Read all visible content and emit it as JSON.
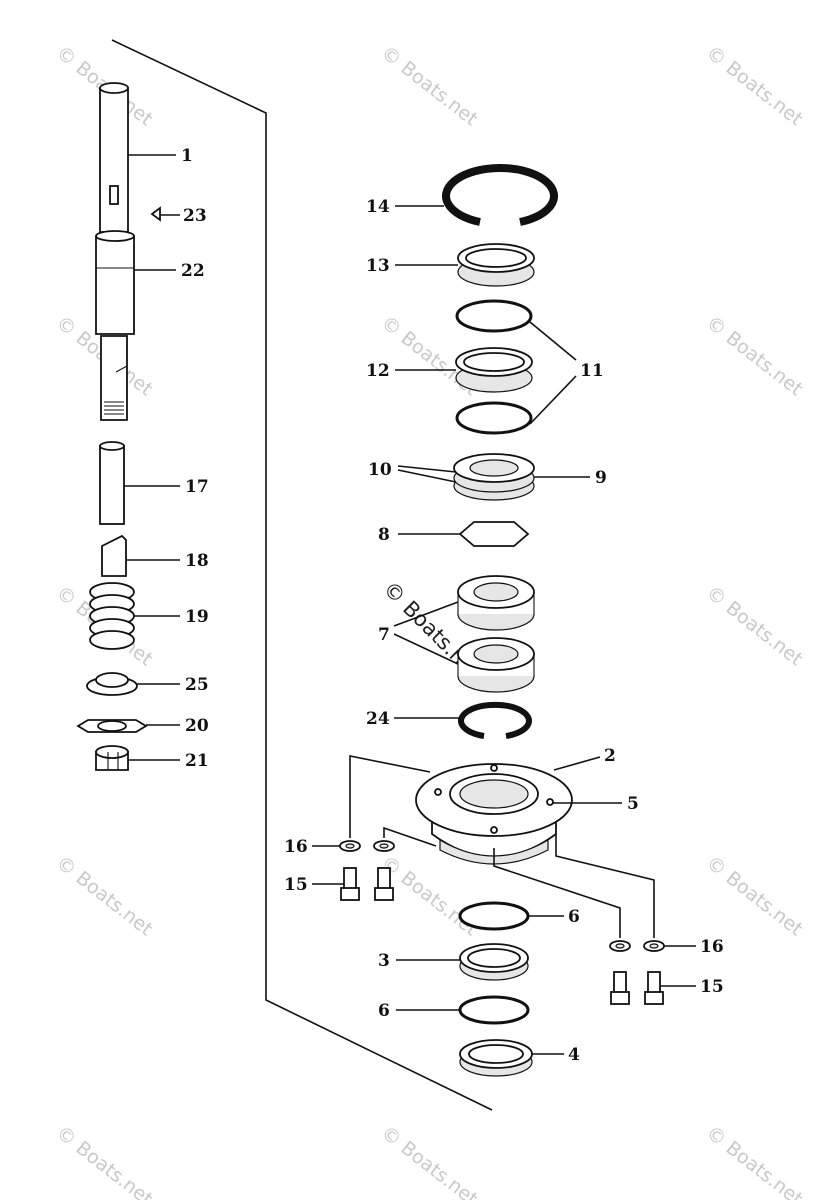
{
  "watermark": "© Boats.net",
  "callouts": {
    "c1": "1",
    "c23": "23",
    "c22": "22",
    "c17": "17",
    "c18": "18",
    "c19": "19",
    "c25": "25",
    "c20": "20",
    "c21": "21",
    "c14": "14",
    "c13": "13",
    "c12": "12",
    "c11": "11",
    "c10": "10",
    "c9": "9",
    "c8": "8",
    "c7": "7",
    "c24": "24",
    "c2": "2",
    "c5": "5",
    "c16a": "16",
    "c15a": "15",
    "c6a": "6",
    "c3": "3",
    "c6b": "6",
    "c4": "4",
    "c16b": "16",
    "c15b": "15"
  }
}
